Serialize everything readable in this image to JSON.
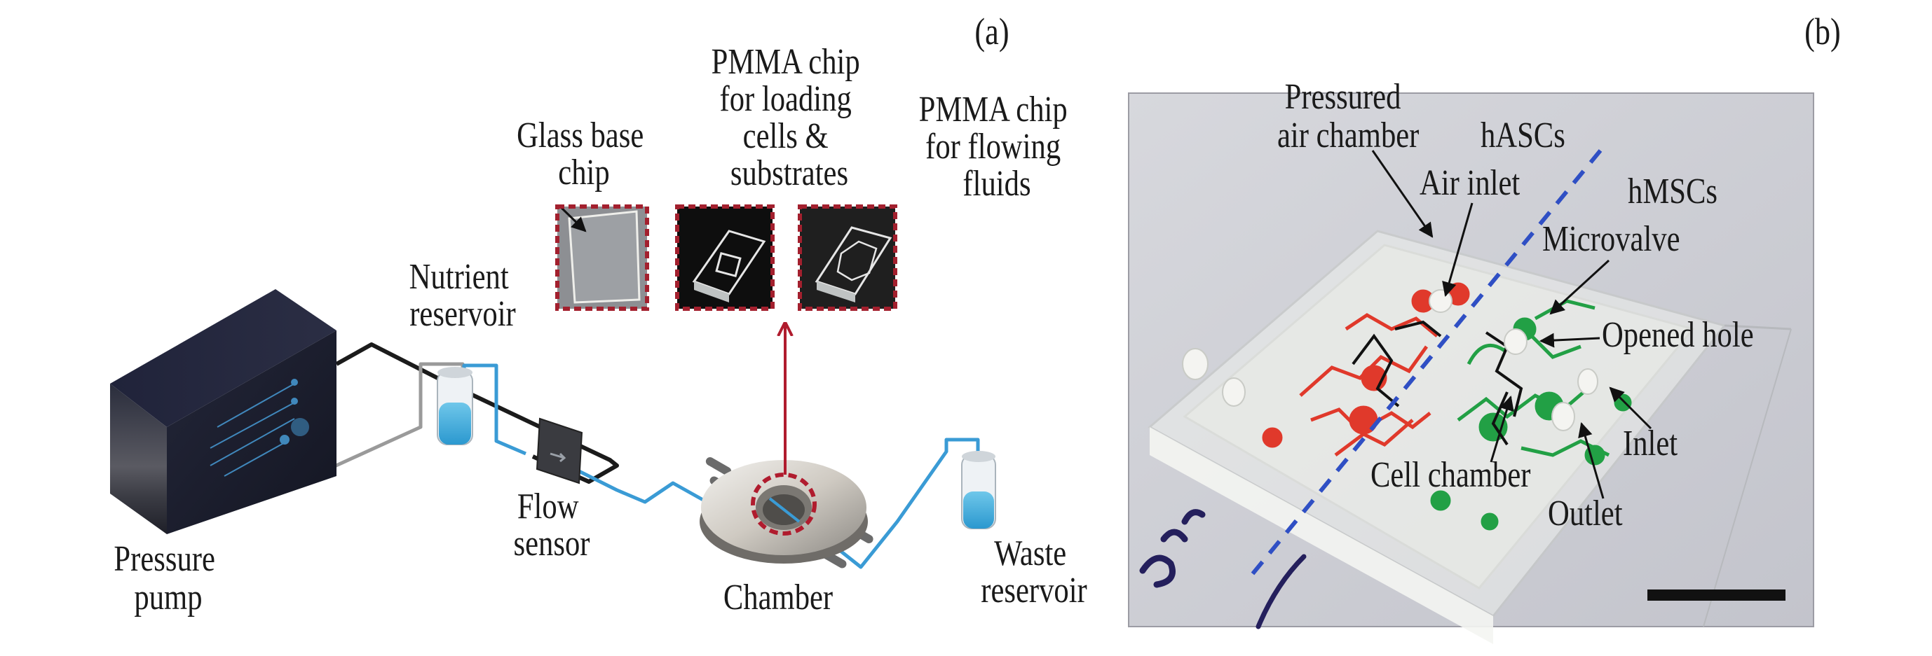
{
  "figure": {
    "panel_a": {
      "letter": "(a)",
      "labels": {
        "glass_base_chip": [
          "Glass base",
          "chip"
        ],
        "pmma_loading": [
          "PMMA chip",
          "for loading",
          "cells &",
          "substrates"
        ],
        "pmma_flowing": [
          "PMMA chip",
          "for flowing",
          "fluids"
        ],
        "nutrient_reservoir": [
          "Nutrient",
          "reservoir"
        ],
        "flow_sensor": [
          "Flow",
          "sensor"
        ],
        "pressure_pump": [
          "Pressure",
          "pump"
        ],
        "chamber": [
          "Chamber"
        ],
        "waste_reservoir": [
          "Waste",
          "reservoir"
        ]
      }
    },
    "panel_b": {
      "letter": "(b)",
      "labels": {
        "pressured_air_chamber": [
          "Pressured",
          "air chamber"
        ],
        "hascs": "hASCs",
        "air_inlet": "Air inlet",
        "hmscs": "hMSCs",
        "microvalve": "Microvalve",
        "opened_hole": "Opened hole",
        "inlet": "Inlet",
        "cell_chamber": "Cell chamber",
        "outlet": "Outlet"
      }
    },
    "colors": {
      "highlight_red": "#b01c2e",
      "fluid_blue": "#3a9bd5",
      "divider_blue": "#2f4fc4",
      "hasc_red": "#e0392b",
      "hmsc_green": "#22a045",
      "pump_dark": "#1b1e2e"
    }
  }
}
